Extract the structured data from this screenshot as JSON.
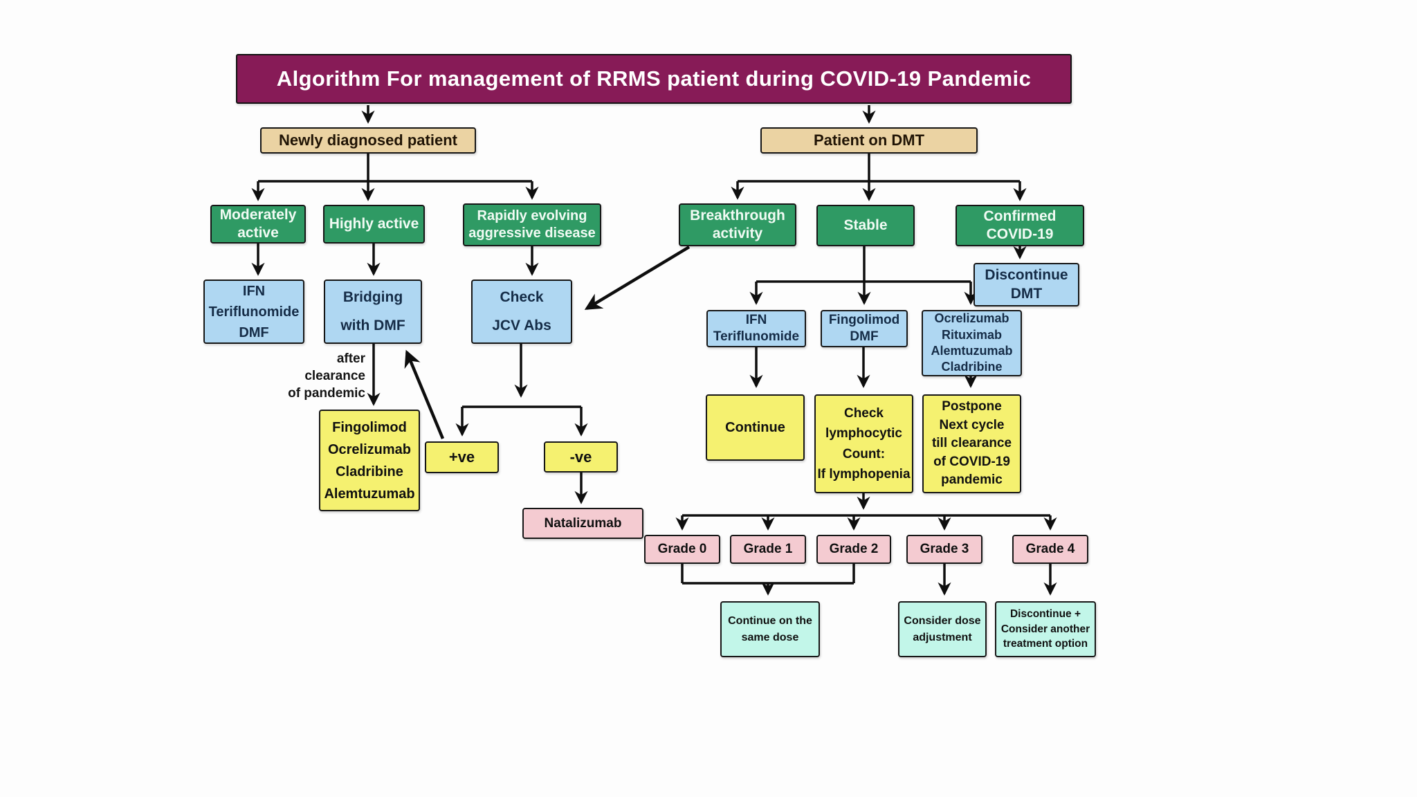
{
  "title": "Algorithm For management of RRMS patient during COVID-19 Pandemic",
  "colors": {
    "banner_bg": "#871B57",
    "category_tan": "#EBD3A3",
    "status_green": "#2F9A64",
    "drug_blue": "#AFD7F2",
    "action_yellow": "#F5F170",
    "result_pink": "#F4CBD1",
    "outcome_mint": "#C2F6E9",
    "arrow": "#0e0e0e"
  },
  "nodes": {
    "newly_diagnosed": {
      "label": "Newly diagnosed patient"
    },
    "patient_on_dmt": {
      "label": "Patient on DMT"
    },
    "moderately_active": {
      "label": "Moderately\nactive"
    },
    "highly_active": {
      "label": "Highly active"
    },
    "rapidly_evolving": {
      "label": "Rapidly evolving\naggressive disease"
    },
    "breakthrough": {
      "label": "Breakthrough\nactivity"
    },
    "stable": {
      "label": "Stable"
    },
    "confirmed_covid": {
      "label": "Confirmed\nCOVID-19"
    },
    "discontinue_dmt": {
      "label": "Discontinue\nDMT"
    },
    "ifn_teriflunomide_dmf": {
      "label": "IFN\nTeriflunomide\nDMF"
    },
    "bridging_with_dmf": {
      "label": "Bridging\nwith DMF"
    },
    "check_jcv_abs": {
      "label": "Check\nJCV Abs"
    },
    "ifn_teriflunomide": {
      "label": "IFN\nTeriflunomide"
    },
    "fingolimod_dmf": {
      "label": "Fingolimod\nDMF"
    },
    "ocrelizumab_group": {
      "label": "Ocrelizumab\nRituximab\nAlemtuzumab\nCladribine"
    },
    "bridging_drugs": {
      "label": "Fingolimod\nOcrelizumab\nCladribine\nAlemtuzumab"
    },
    "jcv_positive": {
      "label": "+ve"
    },
    "jcv_negative": {
      "label": "-ve"
    },
    "natalizumab": {
      "label": "Natalizumab"
    },
    "continue_dmt": {
      "label": "Continue"
    },
    "check_lymphocytic": {
      "label": "Check\nlymphocytic\nCount:\nIf lymphopenia"
    },
    "postpone_cycle": {
      "label": "Postpone\nNext cycle\ntill clearance\nof COVID-19\npandemic"
    },
    "grade_0": {
      "label": "Grade 0"
    },
    "grade_1": {
      "label": "Grade 1"
    },
    "grade_2": {
      "label": "Grade 2"
    },
    "grade_3": {
      "label": "Grade 3"
    },
    "grade_4": {
      "label": "Grade 4"
    },
    "continue_same_dose": {
      "label": "Continue on the\nsame dose"
    },
    "consider_dose_adjustment": {
      "label": "Consider dose\nadjustment"
    },
    "discontinue_consider_another": {
      "label": "Discontinue +\nConsider another\ntreatment option"
    }
  },
  "annotations": {
    "after_clearance": "after\nclearance\nof pandemic"
  }
}
